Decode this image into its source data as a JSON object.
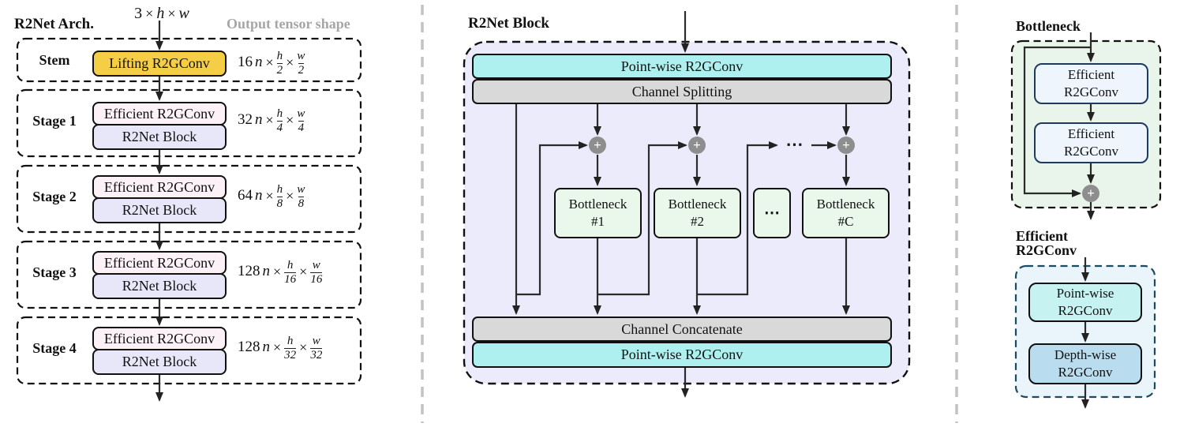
{
  "sym": {
    "times": "×",
    "plus": "+",
    "dots": "⋯"
  },
  "colors": {
    "stem_gold": "#F6CE46",
    "efficient_pink": "#FBF1F7",
    "r2net_lavender": "#E8E7FA",
    "block_container": "#ECEBFB",
    "pointwise_cyan": "#AEF0F0",
    "channel_gray": "#D9D9D9",
    "bottleneck_green": "#E9F8EA",
    "plus_circle": "#8E8E8E",
    "bottleneck_panel": "#E9F5EA",
    "efficient_panel": "#E9F4FB",
    "inner_blue_white": "#EFF5FC",
    "navy_border": "#1F3A5F",
    "pointwise_right": "#C6F2F2",
    "depthwise_blue": "#B9DCEE",
    "header_gray": "#A6A6A6",
    "separator_gray": "#C2C2C2"
  },
  "left": {
    "title": "R2Net Arch.",
    "header": "Output tensor shape",
    "input": {
      "c": "3",
      "h": "h",
      "w": "w"
    },
    "stem": {
      "label": "Stem",
      "box": "Lifting R2GConv",
      "shape": {
        "c": "16",
        "v": "n",
        "n1": "h",
        "d1": "2",
        "n2": "w",
        "d2": "2"
      }
    },
    "stages": [
      {
        "label": "Stage 1",
        "box1": "Efficient R2GConv",
        "box2": "R2Net Block",
        "shape": {
          "c": "32",
          "v": "n",
          "n1": "h",
          "d1": "4",
          "n2": "w",
          "d2": "4"
        }
      },
      {
        "label": "Stage 2",
        "box1": "Efficient R2GConv",
        "box2": "R2Net Block",
        "shape": {
          "c": "64",
          "v": "n",
          "n1": "h",
          "d1": "8",
          "n2": "w",
          "d2": "8"
        }
      },
      {
        "label": "Stage 3",
        "box1": "Efficient R2GConv",
        "box2": "R2Net Block",
        "shape": {
          "c": "128",
          "v": "n",
          "n1": "h",
          "d1": "16",
          "n2": "w",
          "d2": "16"
        }
      },
      {
        "label": "Stage 4",
        "box1": "Efficient R2GConv",
        "box2": "R2Net Block",
        "shape": {
          "c": "128",
          "v": "n",
          "n1": "h",
          "d1": "32",
          "n2": "w",
          "d2": "32"
        }
      }
    ]
  },
  "middle": {
    "title": "R2Net Block",
    "pw_top": "Point-wise R2GConv",
    "split": "Channel Splitting",
    "concat": "Channel Concatenate",
    "pw_bottom": "Point-wise R2GConv",
    "b1": {
      "l1": "Bottleneck",
      "l2": "#1"
    },
    "b2": {
      "l1": "Bottleneck",
      "l2": "#2"
    },
    "bC": {
      "l1": "Bottleneck",
      "l2": "#C"
    }
  },
  "right": {
    "bottleneck": {
      "title": "Bottleneck",
      "box1": {
        "l1": "Efficient",
        "l2": "R2GConv"
      },
      "box2": {
        "l1": "Efficient",
        "l2": "R2GConv"
      }
    },
    "efficient": {
      "t1": "Efficient",
      "t2": "R2GConv",
      "box1": {
        "l1": "Point-wise",
        "l2": "R2GConv"
      },
      "box2": {
        "l1": "Depth-wise",
        "l2": "R2GConv"
      }
    }
  }
}
